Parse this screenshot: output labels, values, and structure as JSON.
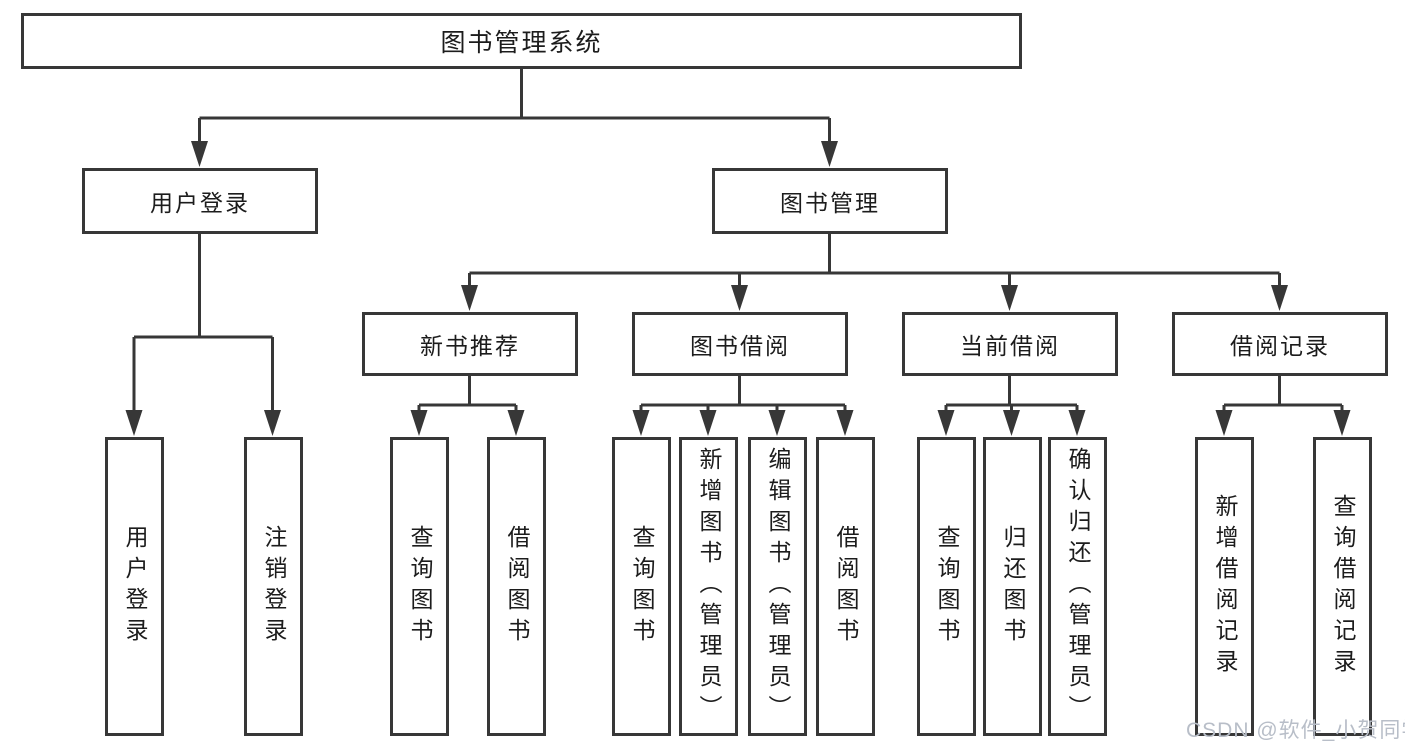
{
  "tree": {
    "root": "图书管理系统",
    "branches": [
      {
        "label": "用户登录",
        "leaves": [
          "用户登录",
          "注销登录"
        ]
      },
      {
        "label": "图书管理",
        "groups": [
          {
            "label": "新书推荐",
            "leaves": [
              "查询图书",
              "借阅图书"
            ]
          },
          {
            "label": "图书借阅",
            "leaves": [
              "查询图书",
              "新增图书（管理员）",
              "编辑图书（管理员）",
              "借阅图书"
            ]
          },
          {
            "label": "当前借阅",
            "leaves": [
              "查询图书",
              "归还图书",
              "确认归还（管理员）"
            ]
          },
          {
            "label": "借阅记录",
            "leaves": [
              "新增借阅记录",
              "查询借阅记录"
            ]
          }
        ]
      }
    ]
  },
  "watermark": "CSDN @软件_小贺同学",
  "colors": {
    "line": "#373737",
    "text": "#1c1c1c",
    "watermark": "#b8bec8",
    "background": "#ffffff"
  }
}
